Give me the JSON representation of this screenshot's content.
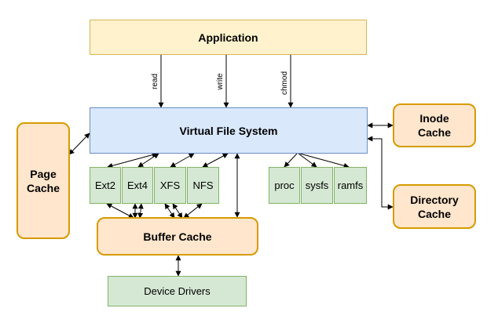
{
  "nodes": {
    "application": "Application",
    "vfs": "Virtual File System",
    "page_cache": "Page\nCache",
    "inode_cache": "Inode\nCache",
    "directory_cache": "Directory\nCache",
    "buffer_cache": "Buffer Cache",
    "device_drivers": "Device Drivers",
    "ext2": "Ext2",
    "ext4": "Ext4",
    "xfs": "XFS",
    "nfs": "NFS",
    "proc": "proc",
    "sysfs": "sysfs",
    "ramfs": "ramfs"
  },
  "edge_labels": {
    "read": "read",
    "write": "write",
    "chmod": "chmod"
  },
  "colors": {
    "application_fill": "#fff2cc",
    "vfs_fill": "#dae8fc",
    "cache_fill": "#ffe6cc",
    "fs_fill": "#d5e8d4"
  }
}
